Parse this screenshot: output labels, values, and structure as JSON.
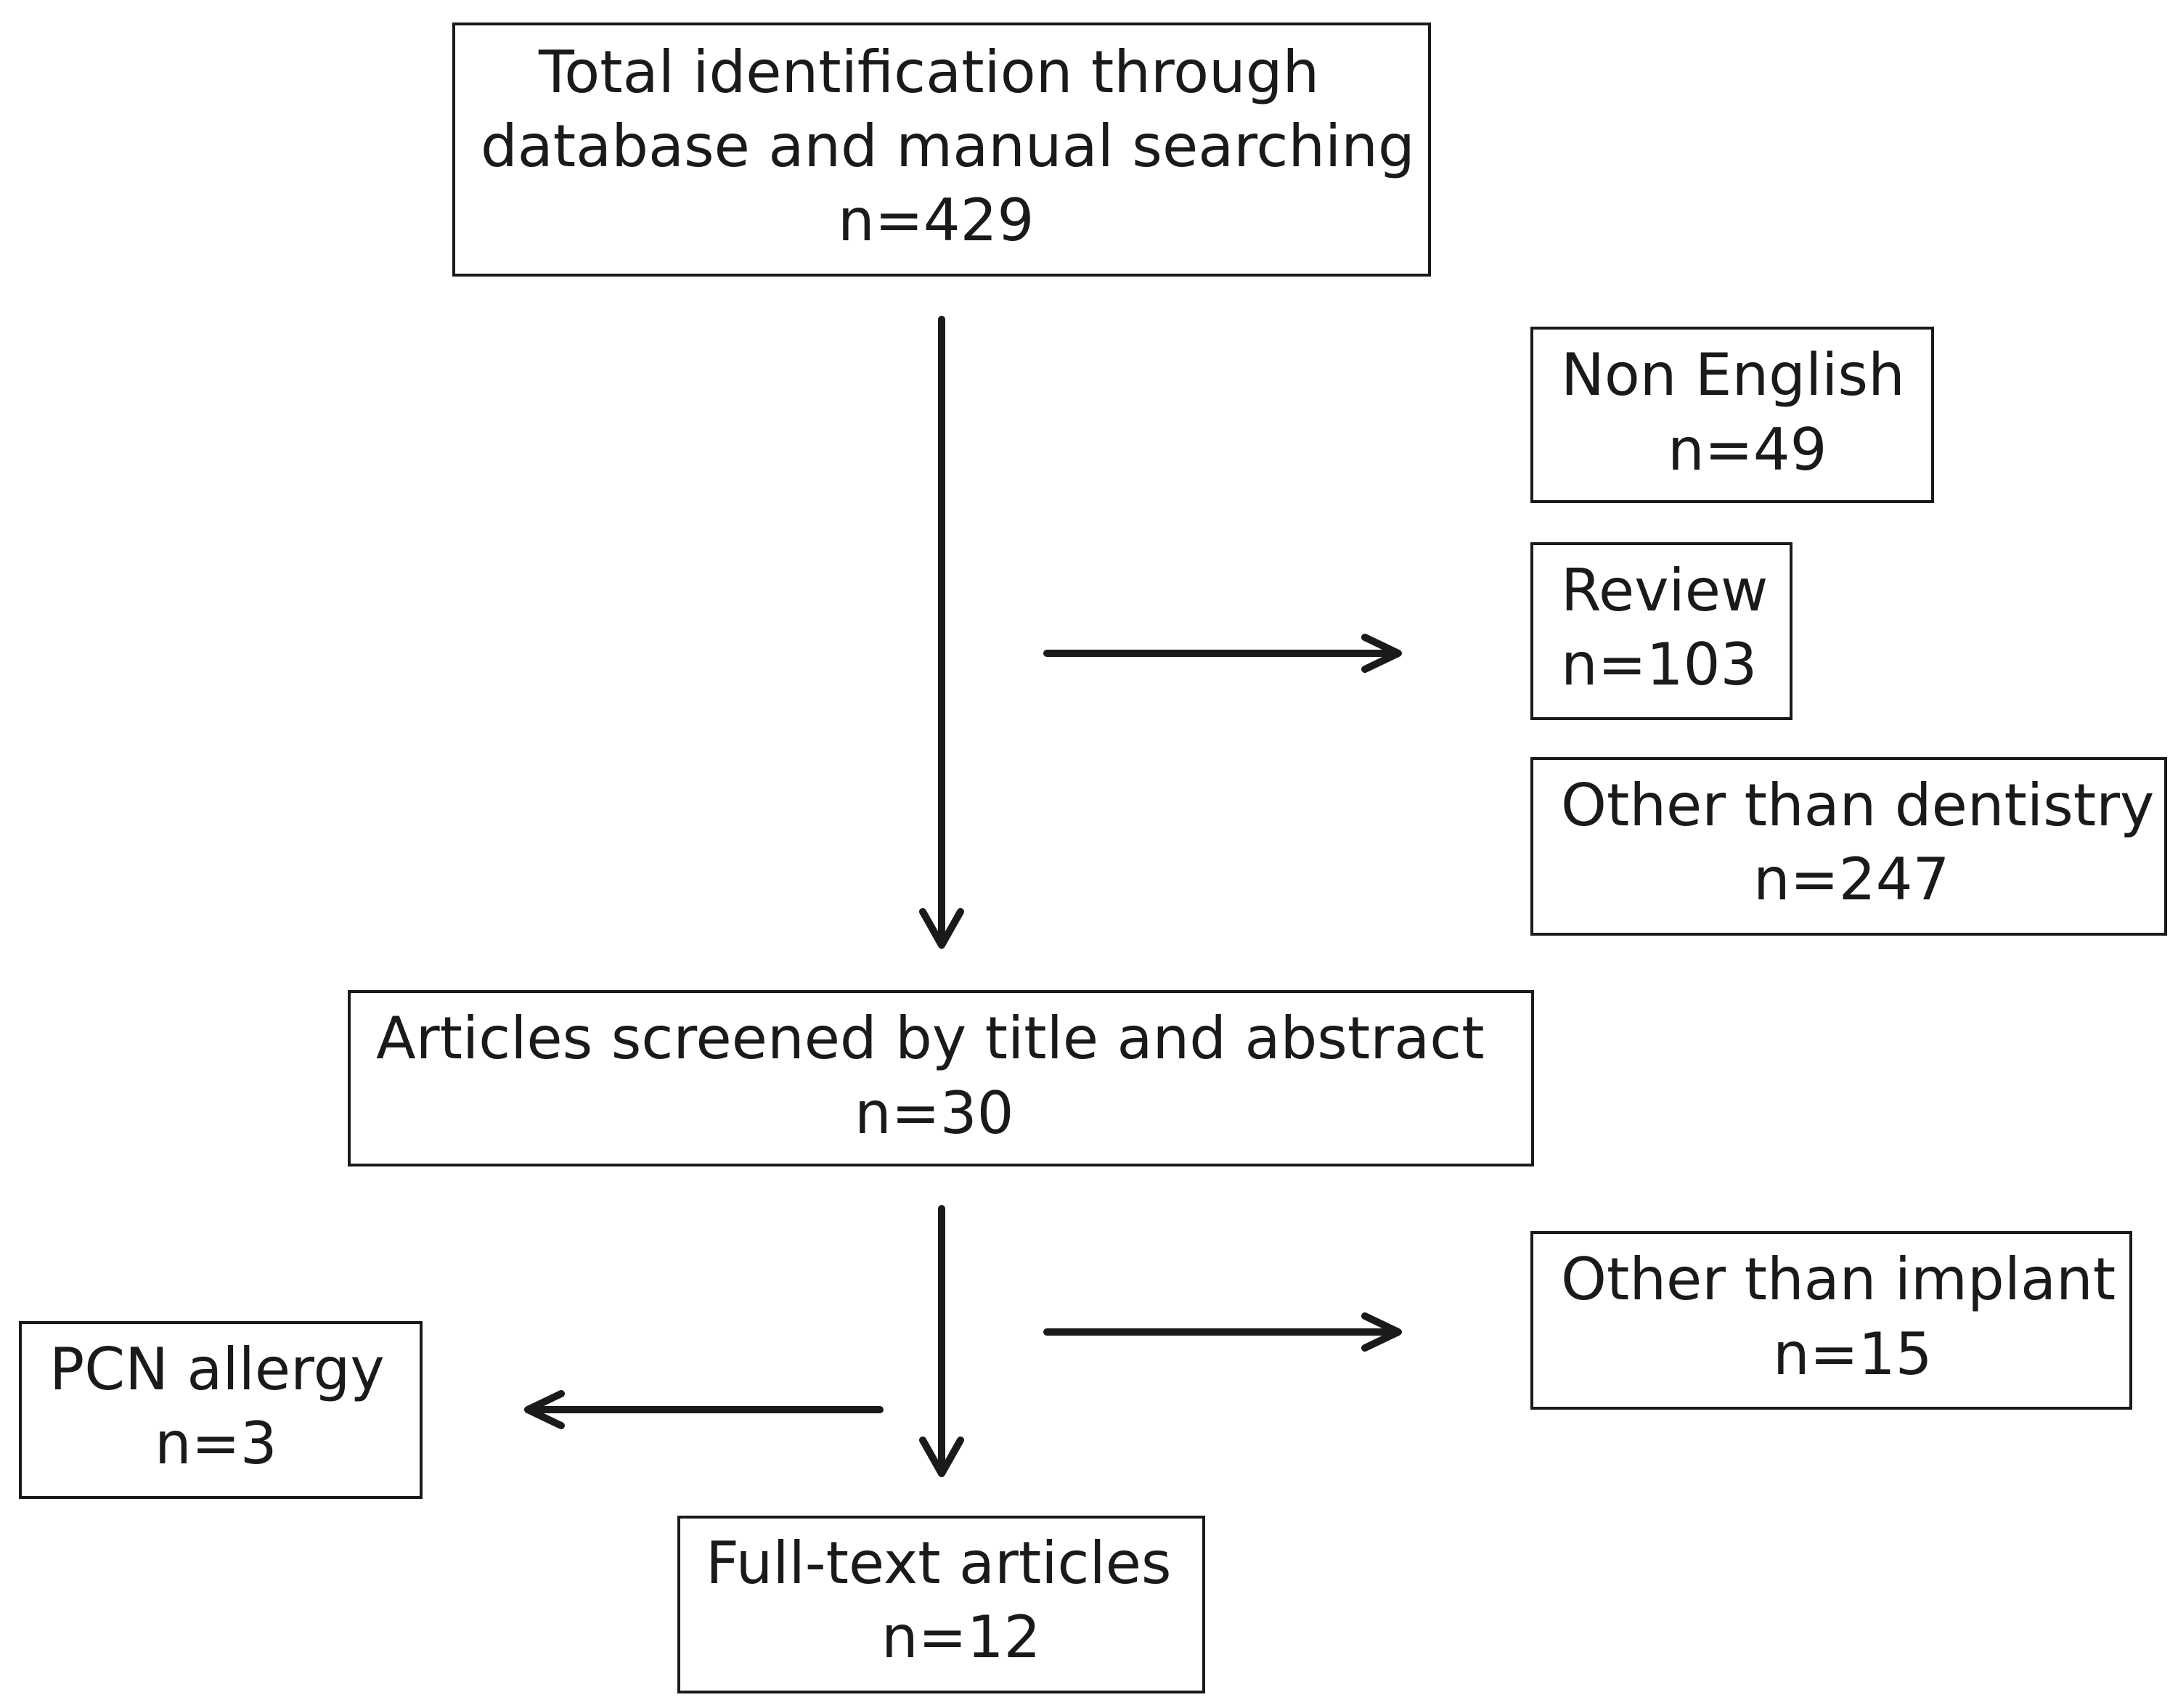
{
  "boxes": {
    "total": {
      "line1": "Total identification through",
      "line2": "database and manual searching",
      "count": "n=429"
    },
    "non_english": {
      "label": "Non English",
      "count": "n=49"
    },
    "review": {
      "label": "Review",
      "count": "n=103"
    },
    "other_dentistry": {
      "label": "Other than dentistry",
      "count": "n=247"
    },
    "screened": {
      "label": "Articles screened by title and abstract",
      "count": "n=30"
    },
    "other_implant": {
      "label": "Other than implant",
      "count": "n=15"
    },
    "pcn": {
      "label": "PCN allergy",
      "count": "n=3"
    },
    "fulltext": {
      "label": "Full-text articles",
      "count": "n=12"
    }
  }
}
